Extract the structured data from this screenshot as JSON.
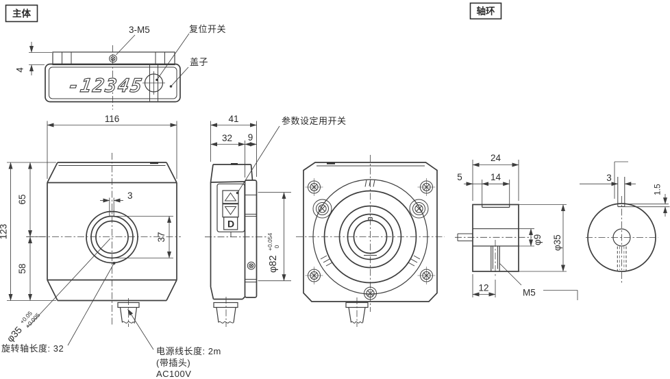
{
  "section_labels": {
    "main_body": "主体",
    "collar": "轴环"
  },
  "top_view": {
    "display_value": "-12345",
    "screw_callout": "3-M5",
    "reset_switch_callout": "复位开关",
    "cover_callout": "盖子",
    "panel_height_dim": "4"
  },
  "front_view": {
    "width_dim": "116",
    "height_dim": "123",
    "upper_dim": "65",
    "lower_dim": "58",
    "keyway_width_dim": "3",
    "bore_dim": "37",
    "shaft_dia": "φ35",
    "shaft_dia_tol_upper": "+0.05",
    "shaft_dia_tol_lower": "+0.005",
    "shaft_length_note": "旋转轴长度: 32",
    "power_cord_note_line1": "电源线长度: 2m",
    "power_cord_note_line2": "(带插头)",
    "power_cord_note_line3": "AC100V"
  },
  "side_view": {
    "depth_dim": "41",
    "body_depth_dim": "32",
    "flange_depth_dim": "9",
    "spigot_dia": "φ82",
    "spigot_tol_upper": "+0.054",
    "spigot_tol_lower": "0",
    "param_switch_callout": "参数设定用开关",
    "button_up": "△",
    "button_down": "▽",
    "button_d": "D"
  },
  "collar_view": {
    "length_dim": "24",
    "slot_offset_dim": "5",
    "slot_width_dim": "14",
    "bore_dia": "φ9",
    "outer_dia": "φ35",
    "hole_offset_dim": "12",
    "thread_label": "M5",
    "key_width_dim": "3",
    "key_depth_dim": "1.5"
  }
}
